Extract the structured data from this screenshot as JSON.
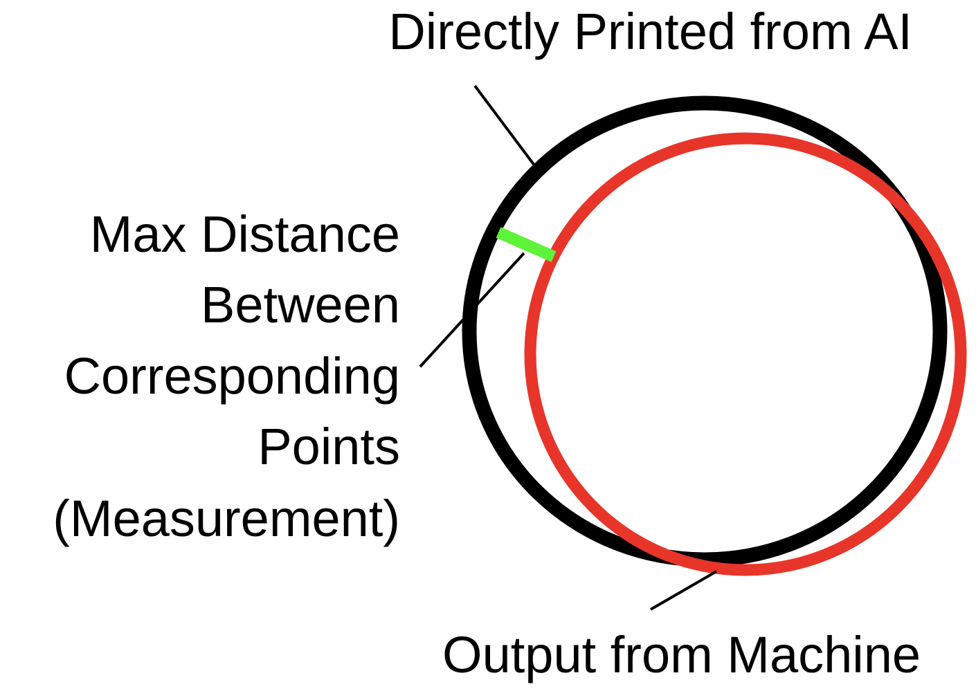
{
  "labels": {
    "top": "Directly Printed from AI",
    "left_lines": [
      "Max Distance",
      "Between",
      "Corresponding",
      "Points",
      "(Measurement)"
    ],
    "bottom": "Output from Machine"
  },
  "colors": {
    "background": "#ffffff",
    "ai_circle": "#000000",
    "machine_circle": "#e8352a",
    "measurement_marker": "#5ef23a",
    "leader_lines": "#000000",
    "text": "#000000"
  }
}
